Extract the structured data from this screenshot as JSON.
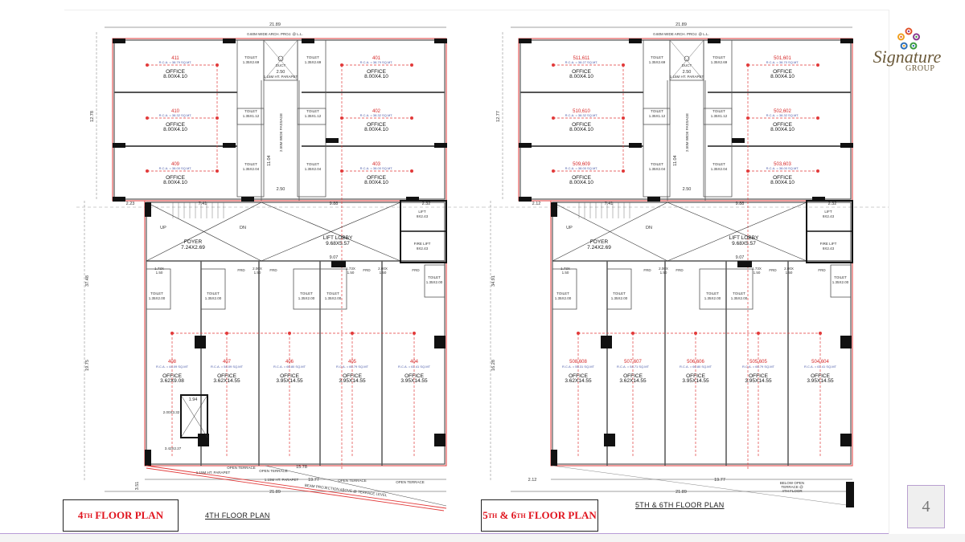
{
  "brand": {
    "name": "Signature",
    "sub": "GROUP",
    "logo_colors": [
      "#e0522b",
      "#8a3a8f",
      "#3a9a3f",
      "#2f6fb5",
      "#f0a020"
    ]
  },
  "page_number": "4",
  "colors": {
    "wall": "#555555",
    "outline_red": "#e23a3a",
    "room_no": "#d62828",
    "rca": "#4a5aa8",
    "title_red": "#e0141e",
    "accent_purple": "#b79cd6"
  },
  "plans": [
    {
      "title_box": [
        {
          "t": "4"
        },
        {
          "t": "TH",
          "sup": true
        },
        {
          "t": " FLOOR PLAN"
        }
      ],
      "caption": "4TH FLOOR PLAN",
      "dims": {
        "overall_width": "21.89",
        "inner_width": "19.77",
        "top_depth": "12.78",
        "total_depth": "37.48",
        "lower_depth": "19.75",
        "left_offset": "2.23",
        "corridor": "9.07",
        "lobby_width": "9.88",
        "lift_width": "2.32",
        "stair": "7.41",
        "arch_proj": "0.60M WIDE ARCH. PROJ. @ L.L.",
        "passage_len": "11.04",
        "passage_w": "2.50"
      },
      "top_units": [
        {
          "no": "411",
          "rca": "R.C.A. = 38.79 SQ.MT.",
          "name": "OFFICE",
          "size": "8.00X4.10"
        },
        {
          "no": "410",
          "rca": "R.C.A. = 38.32 SQ.MT.",
          "name": "OFFICE",
          "size": "8.00X4.10"
        },
        {
          "no": "409",
          "rca": "R.C.A. = 38.00 SQ.MT.",
          "name": "OFFICE",
          "size": "8.00X4.10"
        },
        {
          "no": "401",
          "rca": "R.C.A. = 38.79 SQ.MT.",
          "name": "OFFICE",
          "size": "8.00X4.10"
        },
        {
          "no": "402",
          "rca": "R.C.A. = 38.32 SQ.MT.",
          "name": "OFFICE",
          "size": "8.00X4.10"
        },
        {
          "no": "403",
          "rca": "R.C.A. = 38.00 SQ.MT.",
          "name": "OFFICE",
          "size": "8.00X4.10"
        }
      ],
      "bottom_units": [
        {
          "no": "408",
          "rca": "R.C.A. = 44.09 SQ.MT",
          "name": "OFFICE",
          "size": "3.62X9.08"
        },
        {
          "no": "407",
          "rca": "R.C.A. = 54.09 SQ.MT",
          "name": "OFFICE",
          "size": "3.62X14.55"
        },
        {
          "no": "406",
          "rca": "R.C.A. = 60.80 SQ.MT",
          "name": "OFFICE",
          "size": "3.95X14.55"
        },
        {
          "no": "405",
          "rca": "R.C.A. = 60.79 SQ.MT",
          "name": "OFFICE",
          "size": "3.95X14.55"
        },
        {
          "no": "404",
          "rca": "R.C.A. = 61.41 SQ.MT",
          "name": "OFFICE",
          "size": "3.95X14.55"
        }
      ],
      "extras": {
        "stair_dim": "1.94",
        "lift_dim": "2.00X3.32",
        "room_dim": "3.42X2.27",
        "terrace_width": "15.78",
        "left_dim": "3.51",
        "open_terrace": "OPEN TERRACE",
        "parapet": "1.15M HT. PARAPET",
        "beam": "BEAM PROJECTION ABOVE @ TERRACE LEVEL"
      }
    },
    {
      "title_box": [
        {
          "t": "5"
        },
        {
          "t": "TH",
          "sup": true
        },
        {
          "t": " & 6"
        },
        {
          "t": "TH",
          "sup": true
        },
        {
          "t": " FLOOR PLAN"
        }
      ],
      "caption": "5TH & 6TH FLOOR PLAN",
      "dims": {
        "overall_width": "21.89",
        "inner_width": "19.77",
        "top_depth": "12.77",
        "total_depth": "34.91",
        "lower_depth": "16.28",
        "left_offset": "2.12",
        "corridor": "9.07",
        "lobby_width": "9.88",
        "lift_width": "2.32",
        "stair": "7.41",
        "arch_proj": "0.60M WIDE ARCH. PROJ. @ L.L.",
        "passage_len": "11.04",
        "passage_w": "2.50"
      },
      "top_units": [
        {
          "no": "511,611",
          "rca": "R.C.A. = 38.27 SQ.MT.",
          "name": "OFFICE",
          "size": "8.00X4.10"
        },
        {
          "no": "510,610",
          "rca": "R.C.A. = 38.32 SQ.MT.",
          "name": "OFFICE",
          "size": "8.00X4.10"
        },
        {
          "no": "509,609",
          "rca": "R.C.A. = 38.00 SQ.MT.",
          "name": "OFFICE",
          "size": "8.00X4.10"
        },
        {
          "no": "501,601",
          "rca": "R.C.A. = 38.70 SQ.MT.",
          "name": "OFFICE",
          "size": "8.00X4.10"
        },
        {
          "no": "502,602",
          "rca": "R.C.A. = 38.32 SQ.MT.",
          "name": "OFFICE",
          "size": "8.00X4.10"
        },
        {
          "no": "503,603",
          "rca": "R.C.A. = 38.00 SQ.MT.",
          "name": "OFFICE",
          "size": "8.00X4.10"
        }
      ],
      "bottom_units": [
        {
          "no": "508,608",
          "rca": "R.C.A. = 55.31 SQ.MT",
          "name": "OFFICE",
          "size": "3.62X14.55"
        },
        {
          "no": "507,607",
          "rca": "R.C.A. = 54.71 SQ.MT",
          "name": "OFFICE",
          "size": "3.62X14.55"
        },
        {
          "no": "506,606",
          "rca": "R.C.A. = 60.80 SQ.MT",
          "name": "OFFICE",
          "size": "3.95X14.55"
        },
        {
          "no": "505,605",
          "rca": "R.C.A. = 60.79 SQ.MT",
          "name": "OFFICE",
          "size": "3.95X14.55"
        },
        {
          "no": "504,604",
          "rca": "R.C.A. = 61.41 SQ.MT",
          "name": "OFFICE",
          "size": "3.95X14.55"
        }
      ],
      "extras": {
        "below_terrace": [
          "BELOW OPEN",
          "TERRACE @",
          "4TH FLOOR"
        ]
      }
    }
  ],
  "common": {
    "toilet": "TOILET",
    "toilet_top": "1.35X2.69",
    "toilet_mid": "1.35X1.12",
    "toilet_low": "1.35X2.04",
    "toilet_shop": "1.35X2.00",
    "duct": "DUCT",
    "parapet": "1.15M HT. PARAPET",
    "passage": "2.50M WIDE PASSAGE",
    "foyer": "FOYER",
    "foyer_size": "7.24X2.69",
    "lobby": "LIFT LOBBY",
    "lobby_size": "9.68X5.57",
    "lift": "LIFT",
    "lift_size": "9X2.43",
    "fire_lift": "FIRE LIFT",
    "up": "UP",
    "dn": "DN",
    "frd": "FRD",
    "wc1": "1.73X",
    "wc1b": "1.50",
    "pass1": "2.00X",
    "pass1b": "1.50"
  }
}
